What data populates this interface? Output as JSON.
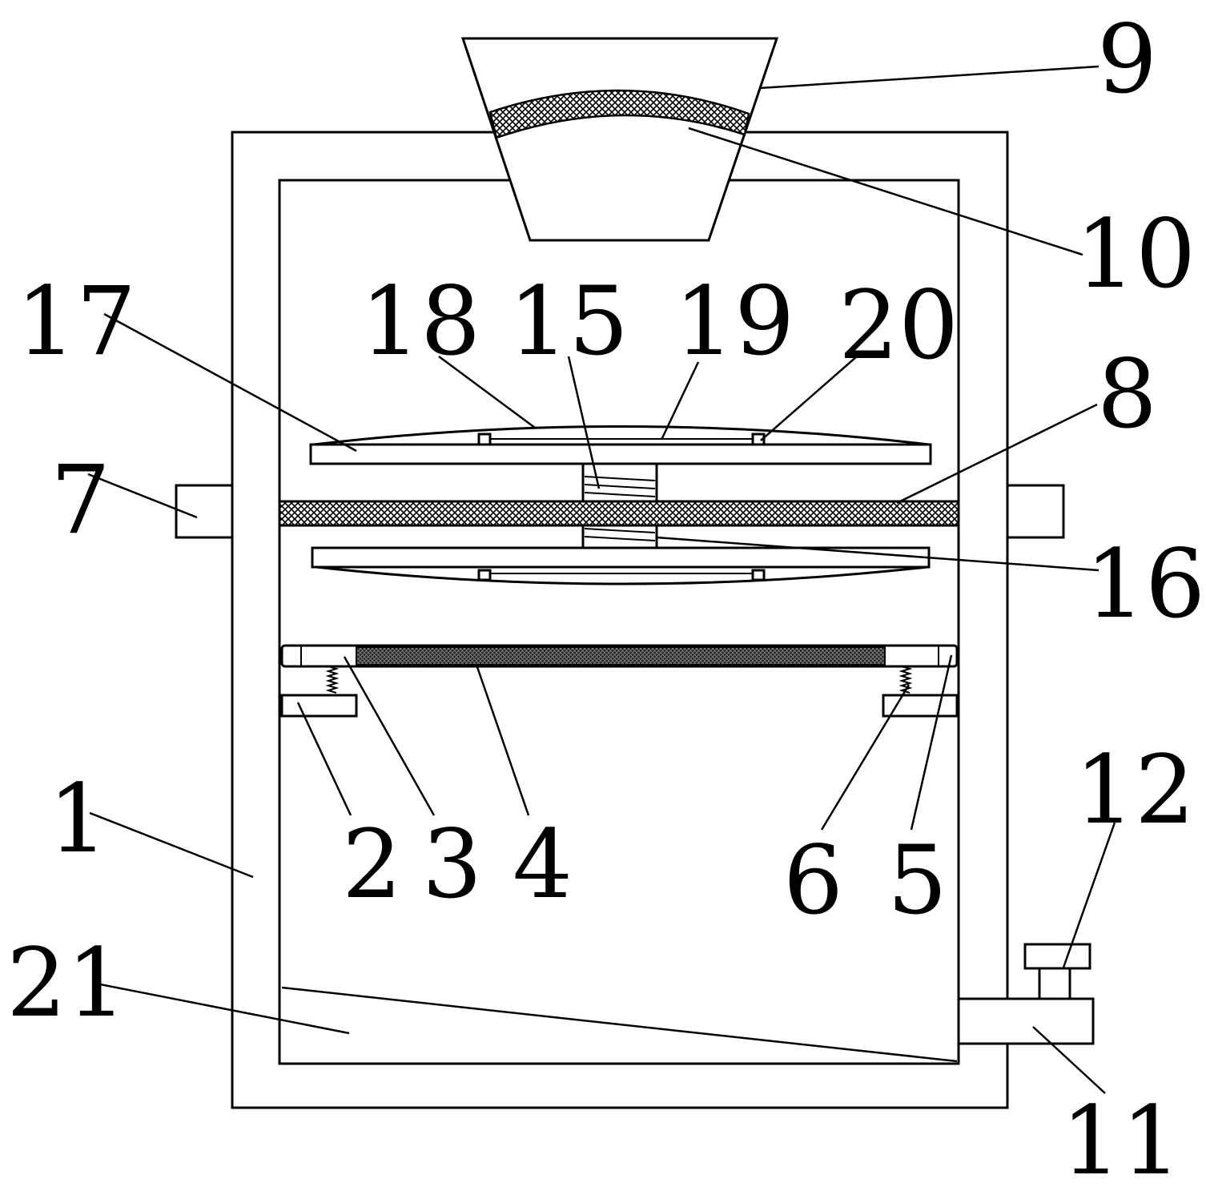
{
  "colors": {
    "stroke": "#000000",
    "background": "#ffffff"
  },
  "labels": {
    "l1": "1",
    "l2": "2",
    "l3": "3",
    "l4": "4",
    "l5": "5",
    "l6": "6",
    "l7": "7",
    "l8": "8",
    "l9": "9",
    "l10": "10",
    "l11": "11",
    "l12": "12",
    "l15": "15",
    "l16": "16",
    "l17": "17",
    "l18": "18",
    "l19": "19",
    "l20": "20",
    "l21": "21"
  }
}
